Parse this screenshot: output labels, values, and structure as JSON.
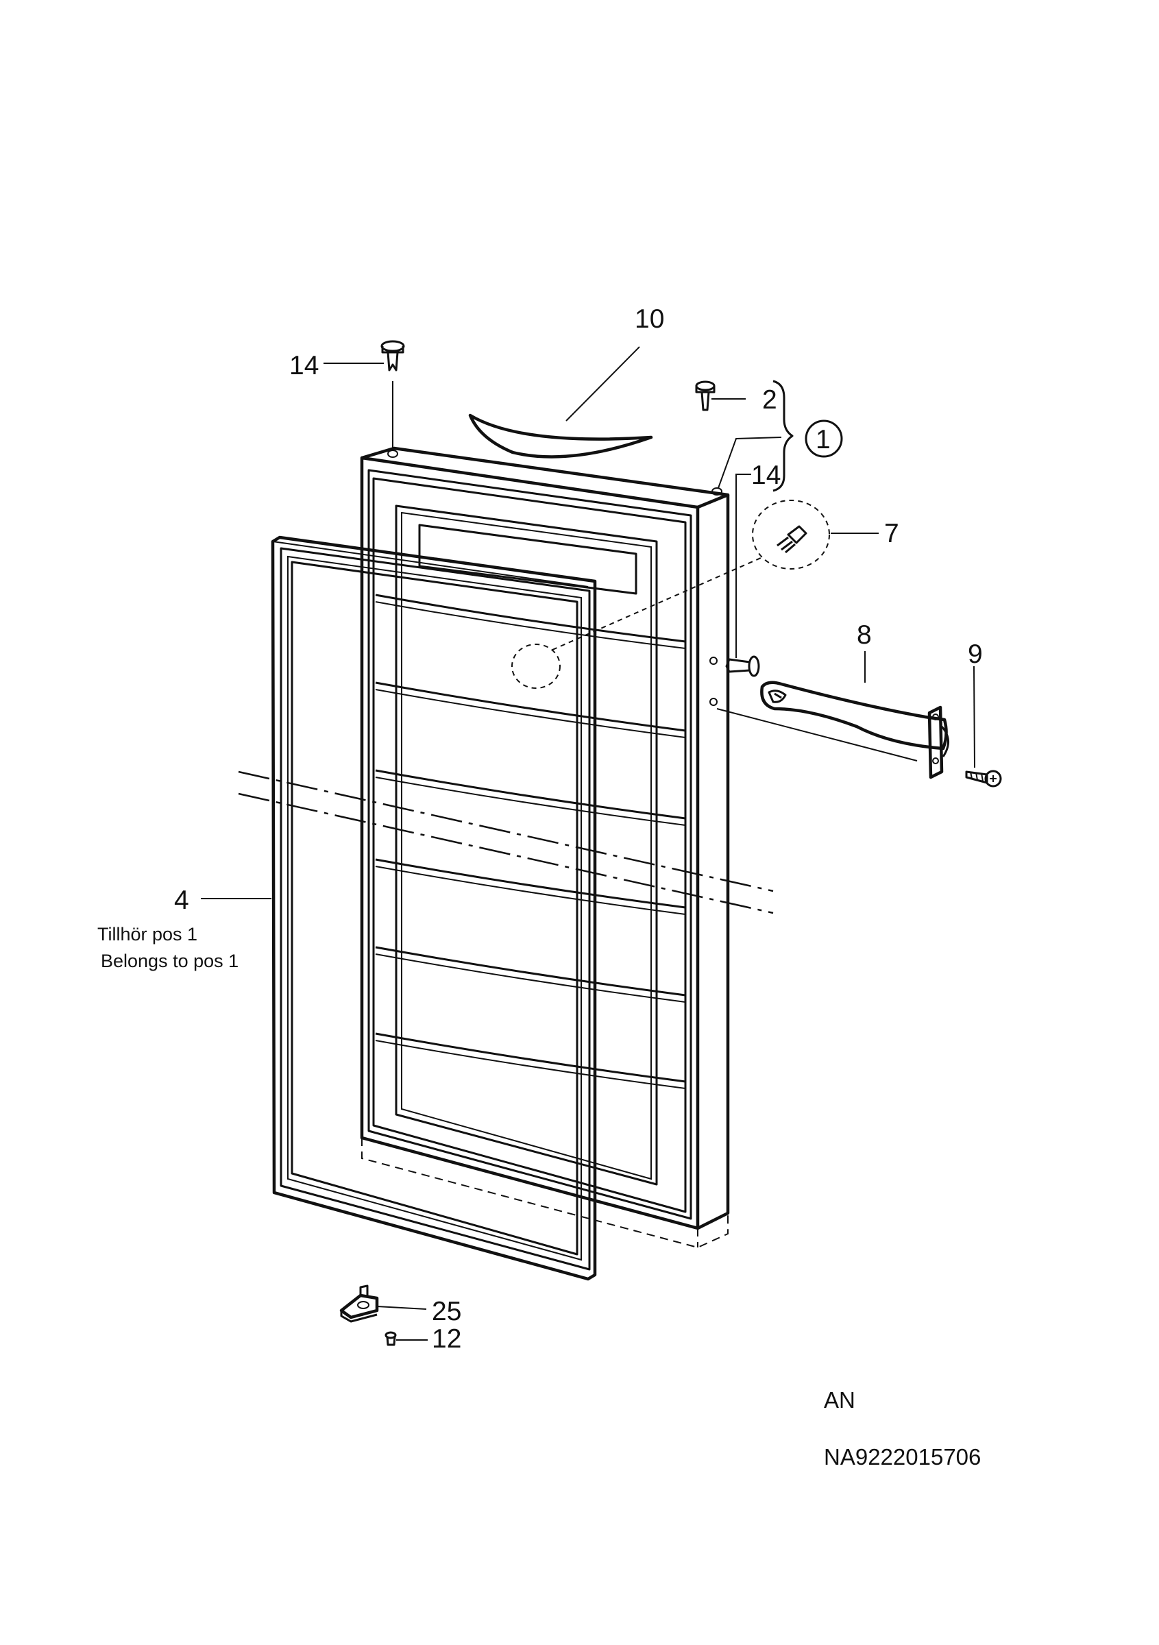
{
  "callouts": {
    "p10": "10",
    "p14_top": "14",
    "p2": "2",
    "p1": "1",
    "p14_side": "14",
    "p7": "7",
    "p8": "8",
    "p9": "9",
    "p4": "4",
    "p25": "25",
    "p12": "12"
  },
  "notes": {
    "swedish": "Tillhör pos 1",
    "english": "Belongs to pos 1"
  },
  "footer": {
    "variant": "AN",
    "part_number": "NA9222015706"
  }
}
